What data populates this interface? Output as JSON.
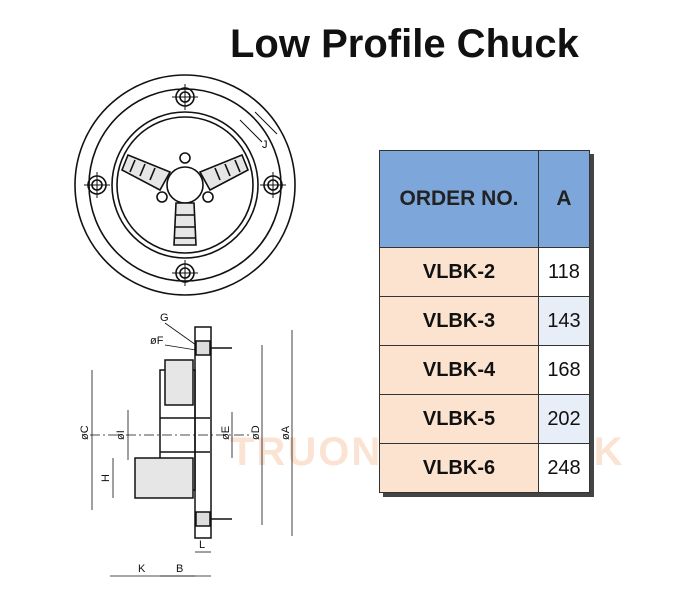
{
  "title": "Low Profile Chuck",
  "watermark": "TRUONG VIET TEK",
  "table": {
    "headers": {
      "order_no": "ORDER NO.",
      "a": "A"
    },
    "rows": [
      {
        "order": "VLBK-2",
        "a": "118"
      },
      {
        "order": "VLBK-3",
        "a": "143"
      },
      {
        "order": "VLBK-4",
        "a": "168"
      },
      {
        "order": "VLBK-5",
        "a": "202"
      },
      {
        "order": "VLBK-6",
        "a": "248"
      }
    ]
  },
  "dimension_labels": {
    "G": "G",
    "F": "øF",
    "C": "øC",
    "I": "øI",
    "E": "øE",
    "D": "øD",
    "A": "øA",
    "H": "H",
    "K": "K",
    "B": "B",
    "L": "L",
    "J": "J"
  }
}
